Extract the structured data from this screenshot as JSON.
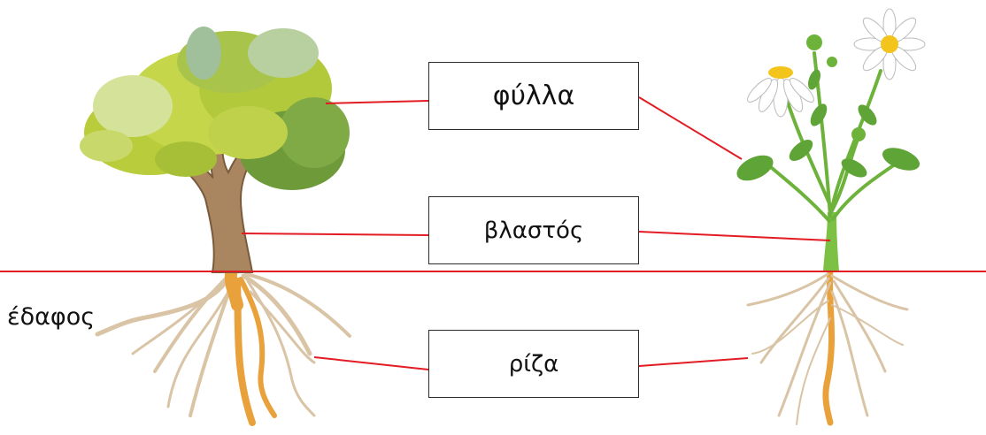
{
  "labels": {
    "leaves": "φύλλα",
    "stem": "βλαστός",
    "root": "ρίζα",
    "soil": "έδαφος"
  },
  "colors": {
    "line": "#e31b23",
    "tree_foliage": "#b9cc3c",
    "tree_foliage_dark": "#6f9a3a",
    "tree_foliage_pale": "#d5e39a",
    "trunk": "#a98660",
    "trunk_dark": "#7a5a3c",
    "root": "#e9a23b",
    "root_pale": "#d9c4a6",
    "plant_stem": "#7cc143",
    "plant_leaf": "#5fa436",
    "petal": "#ffffff",
    "flower_center": "#f3c51c"
  },
  "plants": [
    {
      "name": "tree",
      "side": "left"
    },
    {
      "name": "flowering-plant",
      "side": "right"
    }
  ]
}
